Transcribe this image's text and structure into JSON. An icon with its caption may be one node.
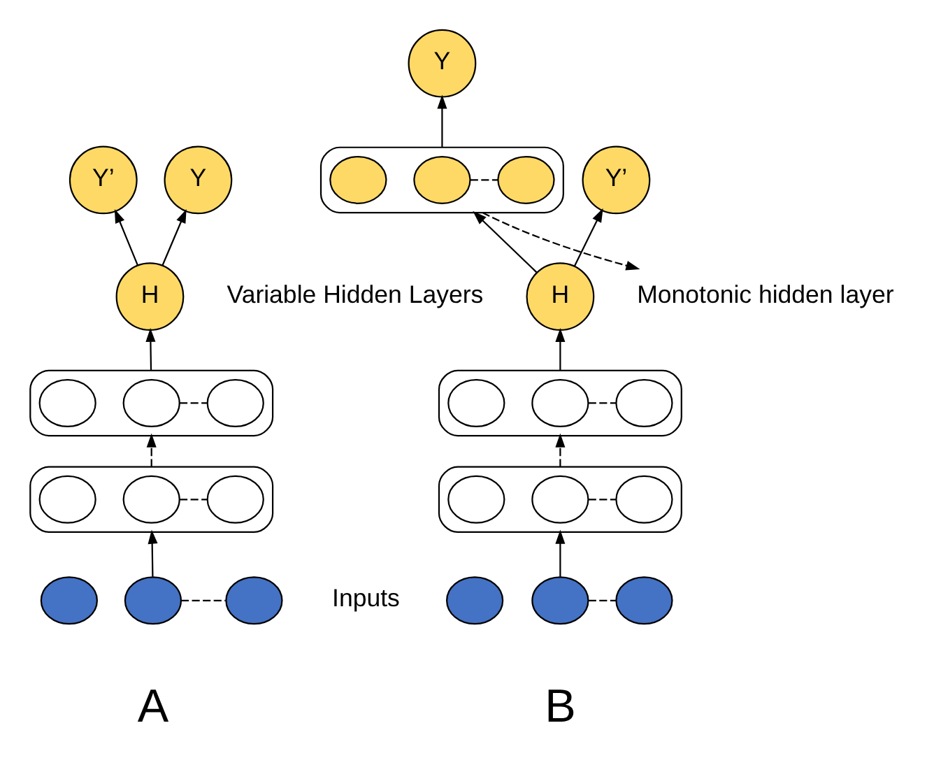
{
  "diagram": {
    "nodes": [
      {
        "text": [
          "Y’"
        ]
      },
      {
        "text": [
          "Y"
        ]
      },
      {
        "text": [
          "H"
        ]
      },
      {
        "text": [],
        "shape": "box"
      },
      {
        "text": [],
        "shape": "circle",
        "in": 3
      },
      {
        "text": [],
        "shape": "circle",
        "in": 3
      },
      {
        "text": [],
        "shape": "circle",
        "in": 3
      },
      {
        "text": [],
        "shape": "box"
      },
      {
        "text": [],
        "shape": "circle",
        "in": 7
      },
      {
        "text": [],
        "shape": "circle",
        "in": 7
      },
      {
        "text": [],
        "shape": "circle",
        "in": 7
      },
      {
        "text": [],
        "shape": "circle"
      },
      {
        "text": [],
        "shape": "circle"
      },
      {
        "text": [],
        "shape": "circle"
      },
      {
        "text": [
          "Y’"
        ]
      },
      {
        "text": [
          "Y"
        ]
      },
      {
        "text": [],
        "shape": "box"
      },
      {
        "text": [],
        "shape": "circle",
        "in": 16
      },
      {
        "text": [],
        "shape": "circle",
        "in": 16
      },
      {
        "text": [],
        "shape": "circle",
        "in": 16
      },
      {
        "text": [
          "Monotonic hidden layer"
        ]
      },
      {
        "text": [
          "H"
        ]
      },
      {
        "text": [],
        "shape": "box"
      },
      {
        "text": [],
        "shape": "circle",
        "in": 22
      },
      {
        "text": [],
        "shape": "circle",
        "in": 22
      },
      {
        "text": [],
        "shape": "circle",
        "in": 22
      },
      {
        "text": [],
        "shape": "box"
      },
      {
        "text": [],
        "shape": "circle",
        "in": 26
      },
      {
        "text": [],
        "shape": "circle",
        "in": 26
      },
      {
        "text": [],
        "shape": "circle",
        "in": 26
      },
      {
        "text": [],
        "shape": "circle"
      },
      {
        "text": [],
        "shape": "circle"
      },
      {
        "text": [],
        "shape": "circle"
      }
    ],
    "edges": [
      {
        "from": 2,
        "to": 0,
        "arrow": "to"
      },
      {
        "from": 2,
        "to": 1,
        "arrow": "to"
      },
      {
        "from": 3,
        "to": 2,
        "arrow": "to"
      },
      {
        "from": 5,
        "to": 6,
        "arrow": "none",
        "style": "dashed"
      },
      {
        "from": 7,
        "to": 3,
        "arrow": "to",
        "style": "dashed"
      },
      {
        "from": 9,
        "to": 10,
        "arrow": "none",
        "style": "dashed"
      },
      {
        "from": 12,
        "to": 7,
        "arrow": "to"
      },
      {
        "from": 12,
        "to": 13,
        "arrow": "none",
        "style": "dashed"
      },
      {
        "from": 16,
        "to": 15,
        "arrow": "to"
      },
      {
        "from": 18,
        "to": 19,
        "arrow": "none",
        "style": "dashed"
      },
      {
        "from": 16,
        "to": 20,
        "arrow": "to",
        "style": "dashed"
      },
      {
        "from": 21,
        "to": 14,
        "arrow": "to"
      },
      {
        "from": 21,
        "to": 16,
        "arrow": "to"
      },
      {
        "from": 22,
        "to": 21,
        "arrow": "to"
      },
      {
        "from": 24,
        "to": 25,
        "arrow": "none",
        "style": "dashed"
      },
      {
        "from": 26,
        "to": 22,
        "arrow": "to",
        "style": "dashed"
      },
      {
        "from": 28,
        "to": 29,
        "arrow": "none",
        "style": "dashed"
      },
      {
        "from": 31,
        "to": 26,
        "arrow": "to"
      },
      {
        "from": 31,
        "to": 32,
        "arrow": "none",
        "style": "dashed"
      }
    ],
    "labels": [
      "Variable Hidden Layers",
      "Inputs",
      "A",
      "B"
    ]
  }
}
